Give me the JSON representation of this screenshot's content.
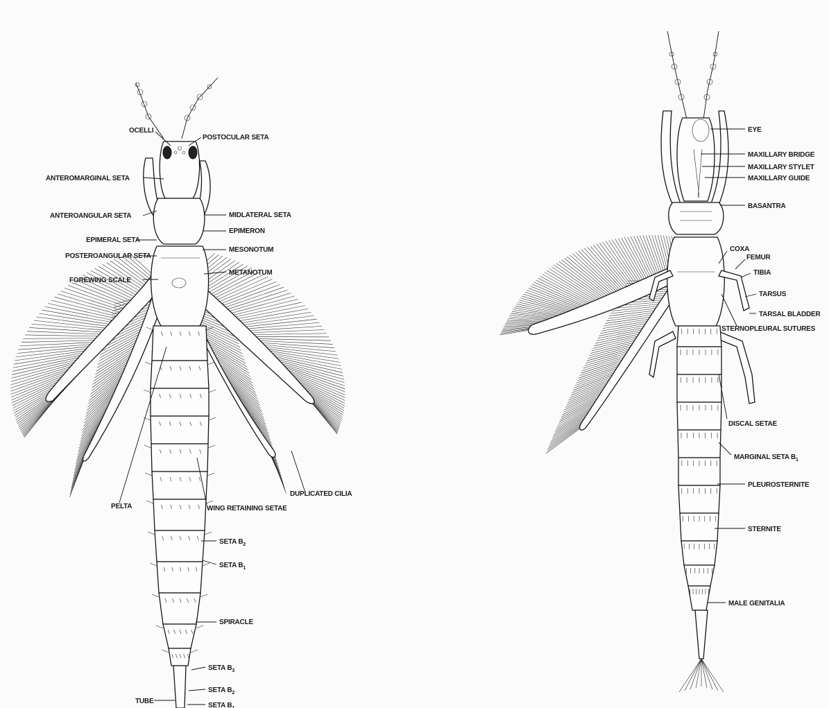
{
  "left_specimen": {
    "labels": {
      "ocelli": "OCELLI",
      "postocular_seta": "POSTOCULAR SETA",
      "anteromarginal_seta": "ANTEROMARGINAL SETA",
      "anteroangular_seta": "ANTEROANGULAR SETA",
      "midlateral_seta": "MIDLATERAL SETA",
      "epimeron": "EPIMERON",
      "epimeral_seta": "EPIMERAL SETA",
      "mesonotum": "MESONOTUM",
      "posteroangular_seta": "POSTEROANGULAR SETA",
      "metanotum": "METANOTUM",
      "forewing_scale": "FOREWING SCALE",
      "duplicated_cilia": "DUPLICATED CILIA",
      "pelta": "PELTA",
      "wing_retaining_setae": "WING RETAINING SETAE",
      "seta_b2": "SETA B",
      "seta_b2_sub": "2",
      "seta_b1": "SETA B",
      "seta_b1_sub": "1",
      "spiracle": "SPIRACLE",
      "seta_b3": "SETA B",
      "seta_b3_sub": "3",
      "seta_b2_lower": "SETA B",
      "seta_b2_lower_sub": "2",
      "tube": "TUBE",
      "seta_b1_lower": "SETA B",
      "seta_b1_lower_sub": "1"
    }
  },
  "right_specimen": {
    "labels": {
      "eye": "EYE",
      "maxillary_bridge": "MAXILLARY BRIDGE",
      "maxillary_stylet": "MAXILLARY STYLET",
      "maxillary_guide": "MAXILLARY GUIDE",
      "basantra": "BASANTRA",
      "coxa": "COXA",
      "femur": "FEMUR",
      "tibia": "TIBIA",
      "tarsus": "TARSUS",
      "tarsal_bladder": "TARSAL BLADDER",
      "sternopleural_sutures": "STERNOPLEURAL SUTURES",
      "discal_setae": "DISCAL SETAE",
      "marginal_seta_b1": "MARGINAL SETA B",
      "marginal_seta_b1_sub": "1",
      "pleurosternite": "PLEUROSTERNITE",
      "sternite": "STERNITE",
      "male_genitalia": "MALE GENITALIA"
    }
  }
}
